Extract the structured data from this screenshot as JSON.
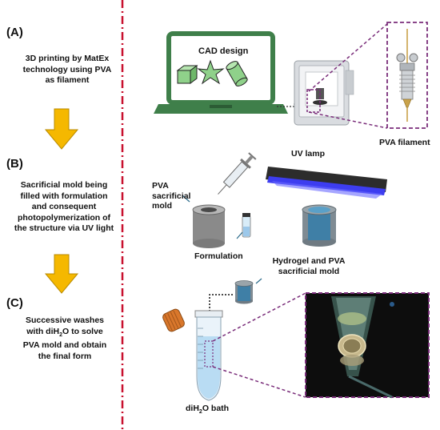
{
  "steps": [
    {
      "id": "A",
      "label": "(A)",
      "description": "3D printing by MatEx technology using PVA as filament"
    },
    {
      "id": "B",
      "label": "(B)",
      "description": "Sacrificial mold being filled with formulation and consequent photopolymerization of the structure via UV light"
    },
    {
      "id": "C",
      "label": "(C)",
      "description": "Successive washes with diH2O to solve PVA mold and obtain the final form"
    }
  ],
  "labels": {
    "cad_design": "CAD design",
    "pva_filament": "PVA filament",
    "uv_lamp": "UV lamp",
    "pva_sacrificial_mold": "PVA sacrificial mold",
    "formulation": "Formulation",
    "hydrogel_mold": "Hydrogel and PVA sacrificial mold",
    "dih2o_bath": "diH2O bath"
  },
  "colors": {
    "divider": "#c8102e",
    "arrow_yellow": "#f5b800",
    "laptop_green": "#3f7f4a",
    "cube_green": "#8fd18a",
    "purple_dash": "#7a2d7a",
    "uv_blue": "#3d3df0",
    "mold_gray": "#8a8a8a",
    "hydrogel_blue": "#3f7fa6",
    "cap_orange": "#d9772b"
  }
}
